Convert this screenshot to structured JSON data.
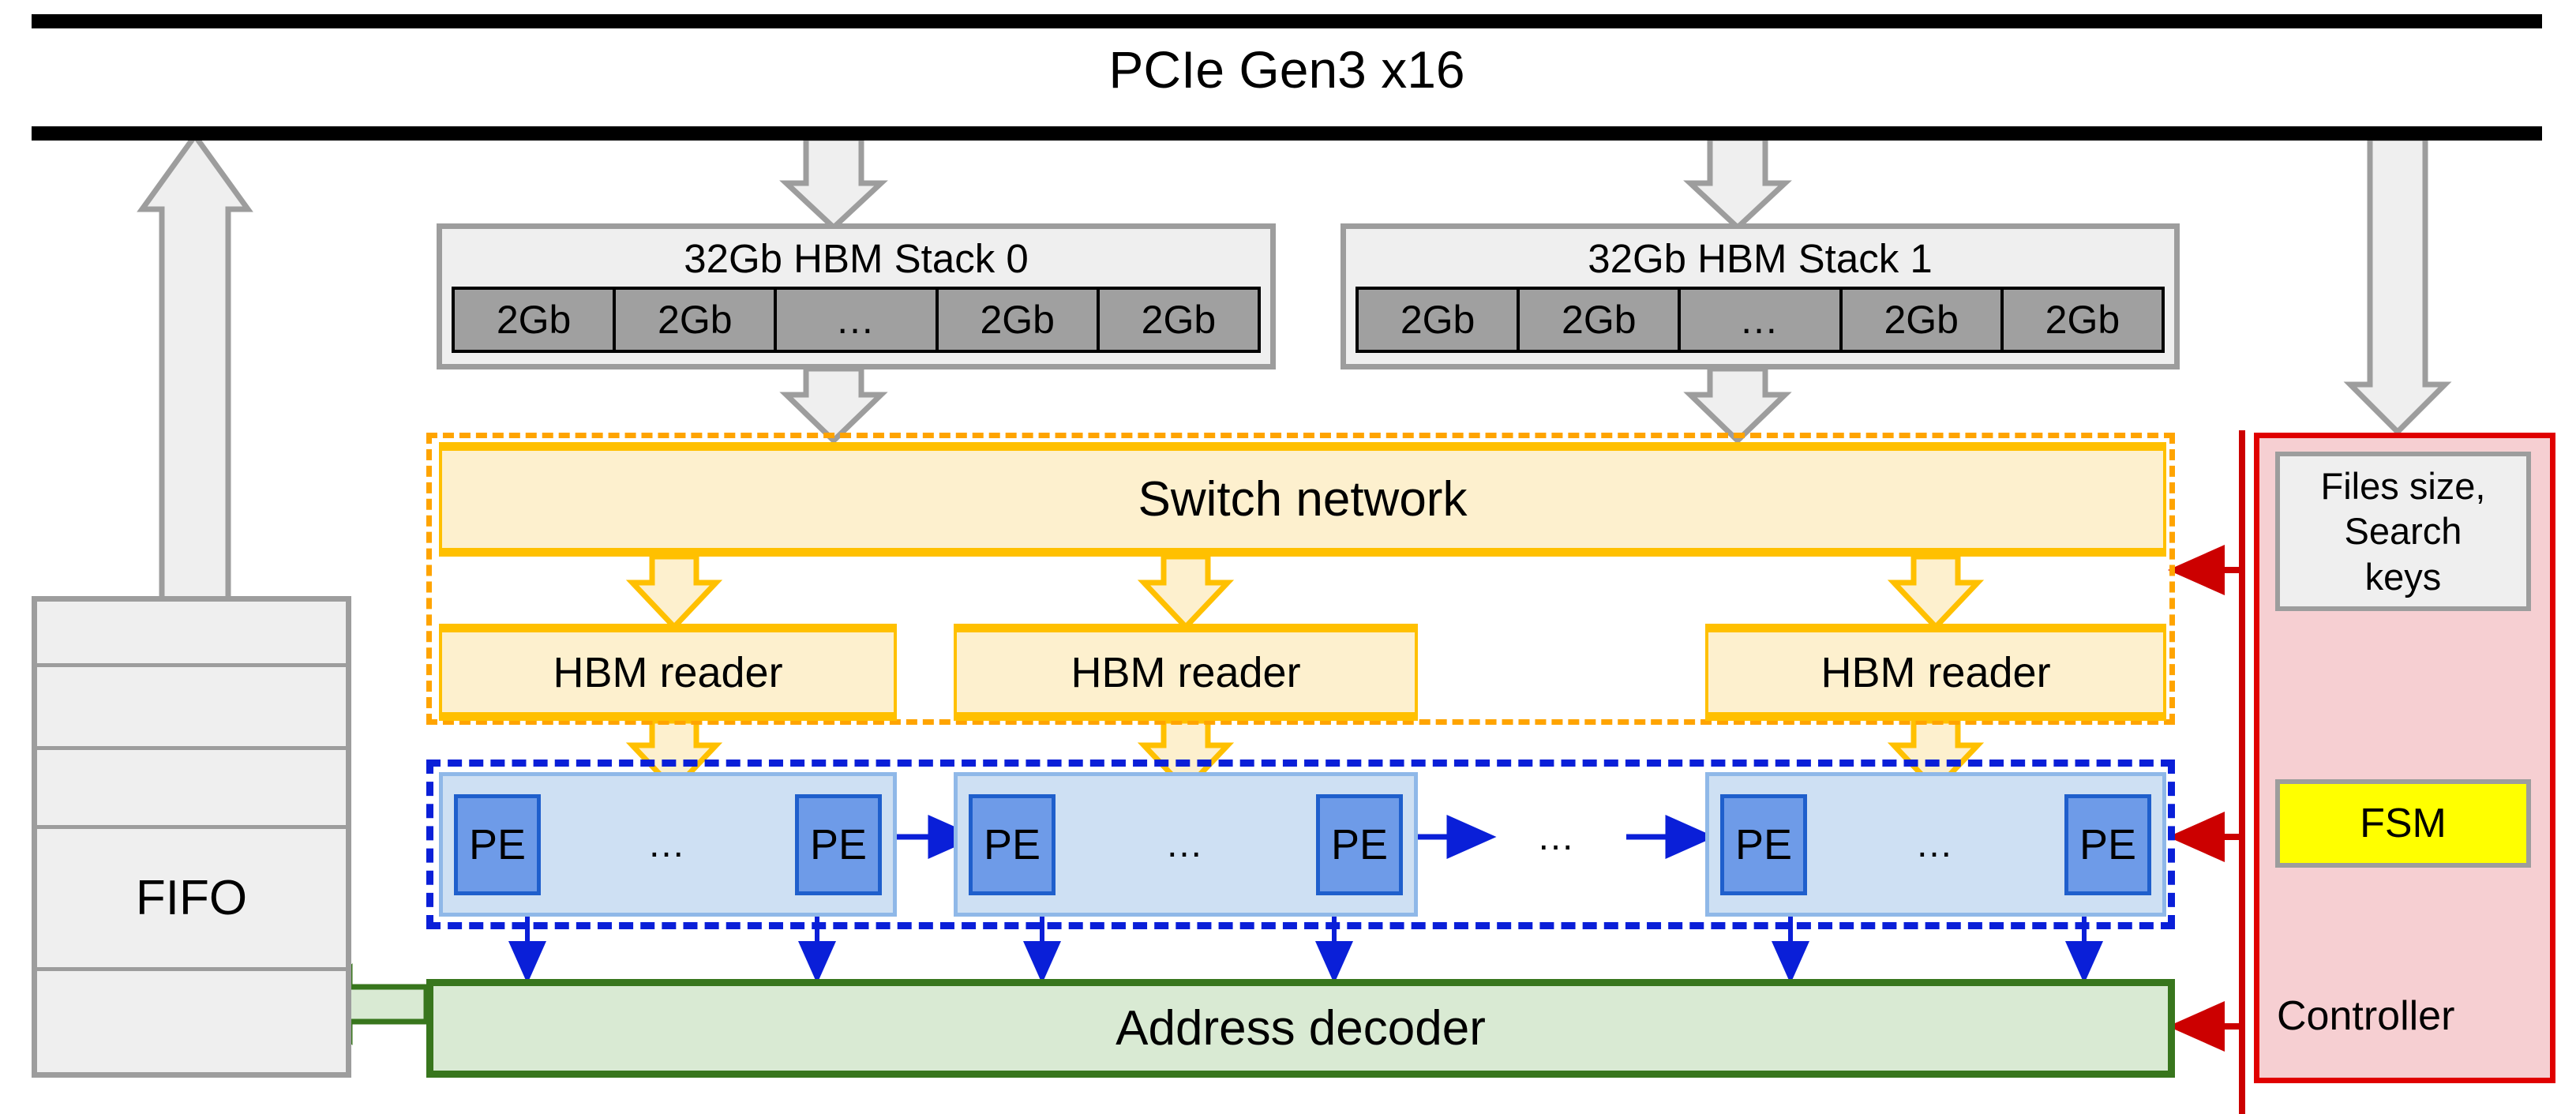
{
  "bus": {
    "title": "PCIe Gen3 x16"
  },
  "hbm_stacks": [
    {
      "title": "32Gb HBM Stack 0",
      "cells": [
        "2Gb",
        "2Gb",
        "…",
        "2Gb",
        "2Gb"
      ]
    },
    {
      "title": "32Gb HBM Stack 1",
      "cells": [
        "2Gb",
        "2Gb",
        "…",
        "2Gb",
        "2Gb"
      ]
    }
  ],
  "switch_network": {
    "label": "Switch network"
  },
  "hbm_readers": [
    {
      "label": "HBM reader"
    },
    {
      "label": "HBM reader"
    },
    {
      "label": "HBM reader"
    }
  ],
  "pe_array": {
    "groups": [
      {
        "left": "PE",
        "dots": "…",
        "right": "PE"
      },
      {
        "left": "PE",
        "dots": "…",
        "right": "PE"
      },
      {
        "left": "PE",
        "dots": "…",
        "right": "PE"
      }
    ],
    "between_dots": "…"
  },
  "address_decoder": {
    "label": "Address decoder"
  },
  "fifo": {
    "label": "FIFO"
  },
  "controller": {
    "files_keys": "Files size,\nSearch\nkeys",
    "fsm": "FSM",
    "name": "Controller"
  },
  "colors": {
    "bus": "#000000",
    "hbm_stack_fill": "#efefef",
    "hbm_stack_border": "#9d9d9d",
    "hbm_cell_fill": "#a0a0a0",
    "orange_group": "#FFA400",
    "orange_fill": "#FDF0CE",
    "orange_border": "#FFC000",
    "blue_group": "#0A1FD8",
    "pe_group_fill": "#CEE0F3",
    "pe_group_border": "#8FB8E8",
    "pe_fill": "#6E9BE8",
    "pe_border": "#1F5FCC",
    "green_fill": "#D9EAD3",
    "green_border": "#38761D",
    "controller_fill": "#F6CFD2",
    "controller_border": "#E00000",
    "fsm_fill": "#FFFF00",
    "gray_arrow_fill": "#EFEFEF",
    "gray_arrow_stroke": "#9d9d9d",
    "red_arrow": "#CC0000",
    "blue_arrow": "#0A1FD8"
  }
}
